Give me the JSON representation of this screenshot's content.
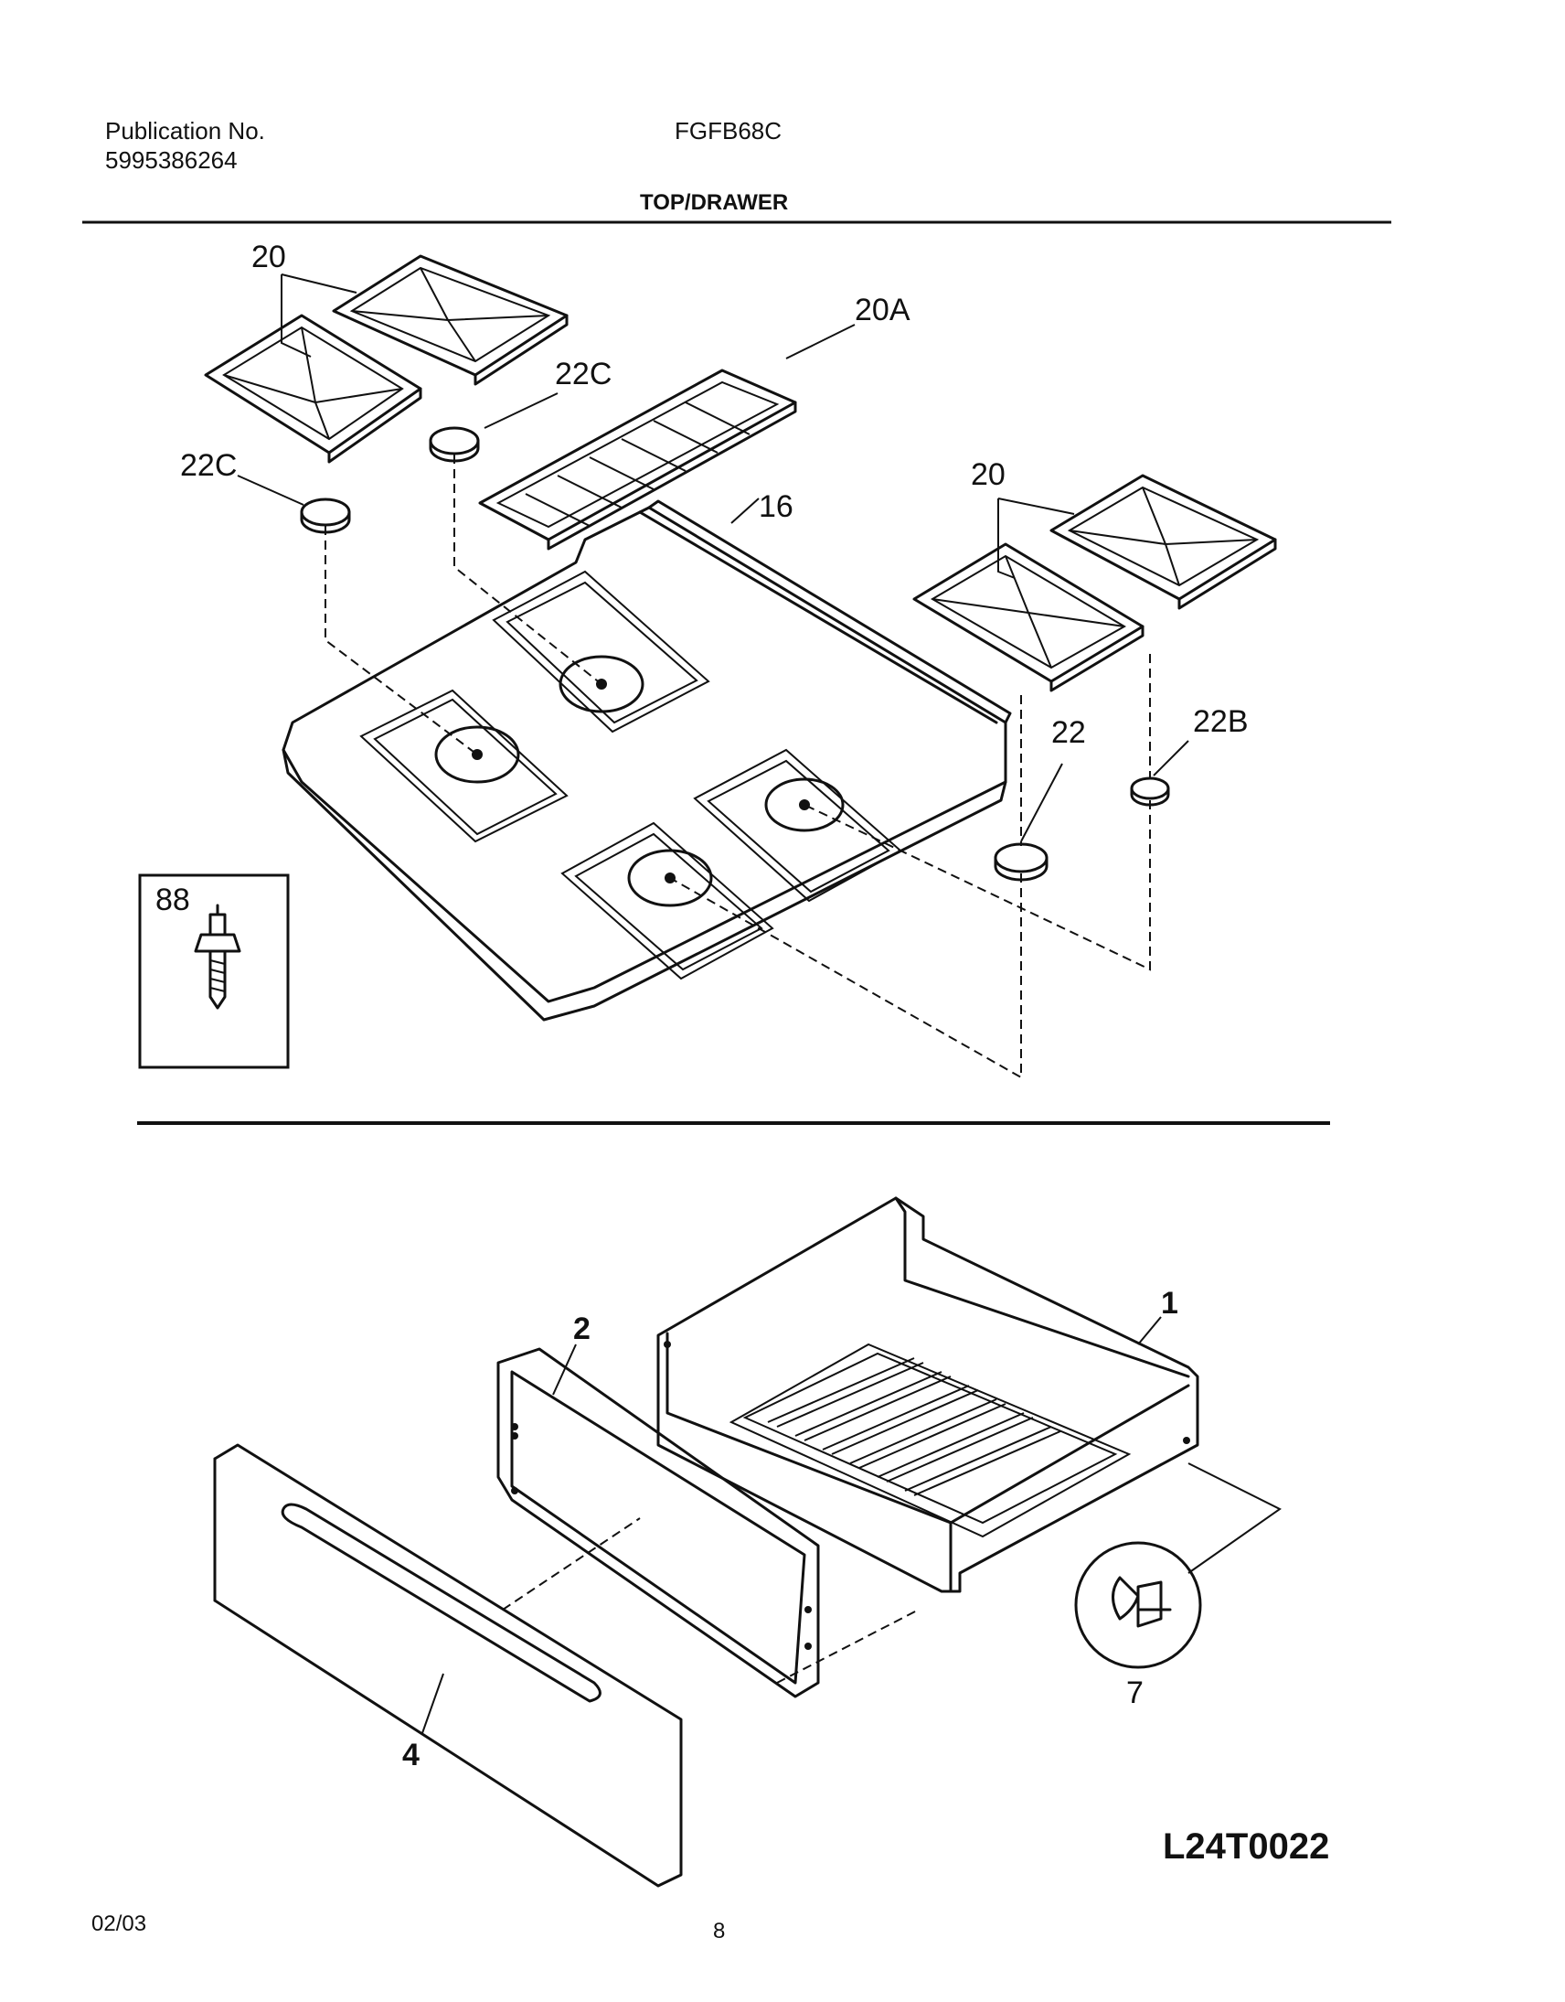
{
  "header": {
    "publication_label": "Publication No.",
    "publication_number": "5995386264",
    "model": "FGFB68C",
    "section_title": "TOP/DRAWER"
  },
  "callouts": {
    "grate_left": "20",
    "grate_center": "20A",
    "grate_right": "20",
    "cap_left_front": "22C",
    "cap_left_rear": "22C",
    "cooktop": "16",
    "cap_right_front": "22",
    "cap_right_rear": "22B",
    "screw": "88",
    "drawer_body": "1",
    "drawer_liner": "2",
    "drawer_front": "4",
    "glide": "7"
  },
  "diagram_code": "L24T0022",
  "footer": {
    "date": "02/03",
    "page": "8"
  }
}
